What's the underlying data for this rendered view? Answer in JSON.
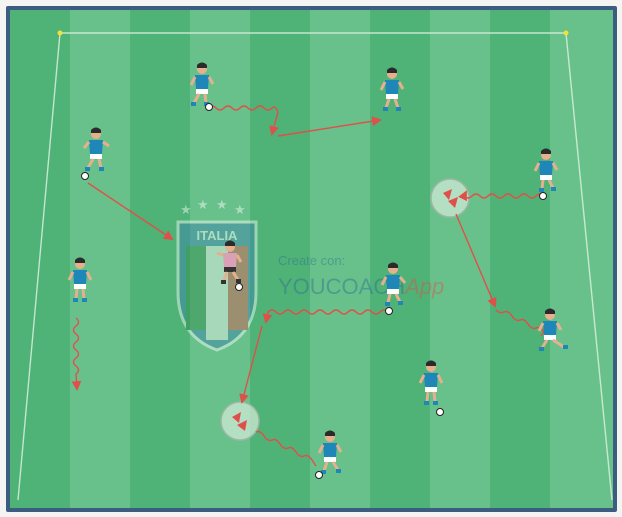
{
  "diagram": {
    "watermark": {
      "crest_text": "ITALIA",
      "line1": "Create con:",
      "line2_a": "YOUCOACH",
      "line2_b": "App"
    },
    "colors": {
      "frame": "#3c5d7f",
      "pitch_dark": "#4fb276",
      "pitch_light": "#6cc48e",
      "arrow": "#e0504a",
      "shirt": "#1f86b8",
      "shirt_alt": "#d9a0b6",
      "skin": "#e6b08e",
      "watermark_green": "#2f8a4a",
      "watermark_red": "#d9544f",
      "watermark_blue": "#3a7fb3"
    },
    "players": [
      {
        "id": "p1",
        "shirt": "blue",
        "ball": true
      },
      {
        "id": "p2",
        "shirt": "blue",
        "ball": false
      },
      {
        "id": "p3",
        "shirt": "blue",
        "ball": true
      },
      {
        "id": "p4",
        "shirt": "blue",
        "ball": true
      },
      {
        "id": "p5",
        "shirt": "pink",
        "ball": true
      },
      {
        "id": "p6",
        "shirt": "blue",
        "ball": false
      },
      {
        "id": "p7",
        "shirt": "blue",
        "ball": true
      },
      {
        "id": "p8",
        "shirt": "blue",
        "ball": false
      },
      {
        "id": "p9",
        "shirt": "blue",
        "ball": true
      },
      {
        "id": "p10",
        "shirt": "blue",
        "ball": true
      }
    ],
    "cones": [
      {
        "id": "c1"
      },
      {
        "id": "c2"
      }
    ]
  }
}
